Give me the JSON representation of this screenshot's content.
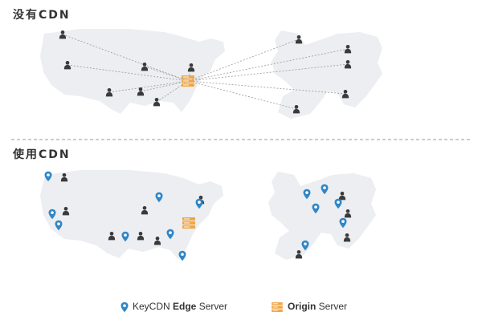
{
  "sections": {
    "without": {
      "title": "没有CDN"
    },
    "with": {
      "title": "使用CDN"
    }
  },
  "legend": {
    "edge": {
      "prefix": "KeyCDN ",
      "bold": "Edge",
      "suffix": " Server"
    },
    "origin": {
      "bold": "Origin",
      "suffix": " Server"
    }
  },
  "colors": {
    "map": "#eceef1",
    "user": "#3a3a3a",
    "pin": "#2f86c8",
    "server": "#f0a646",
    "link": "#999999",
    "divider": "#9a9a9a",
    "text": "#333333"
  },
  "icons": {
    "user": "user-icon",
    "edge": "map-pin-icon",
    "origin": "server-stack-icon"
  }
}
